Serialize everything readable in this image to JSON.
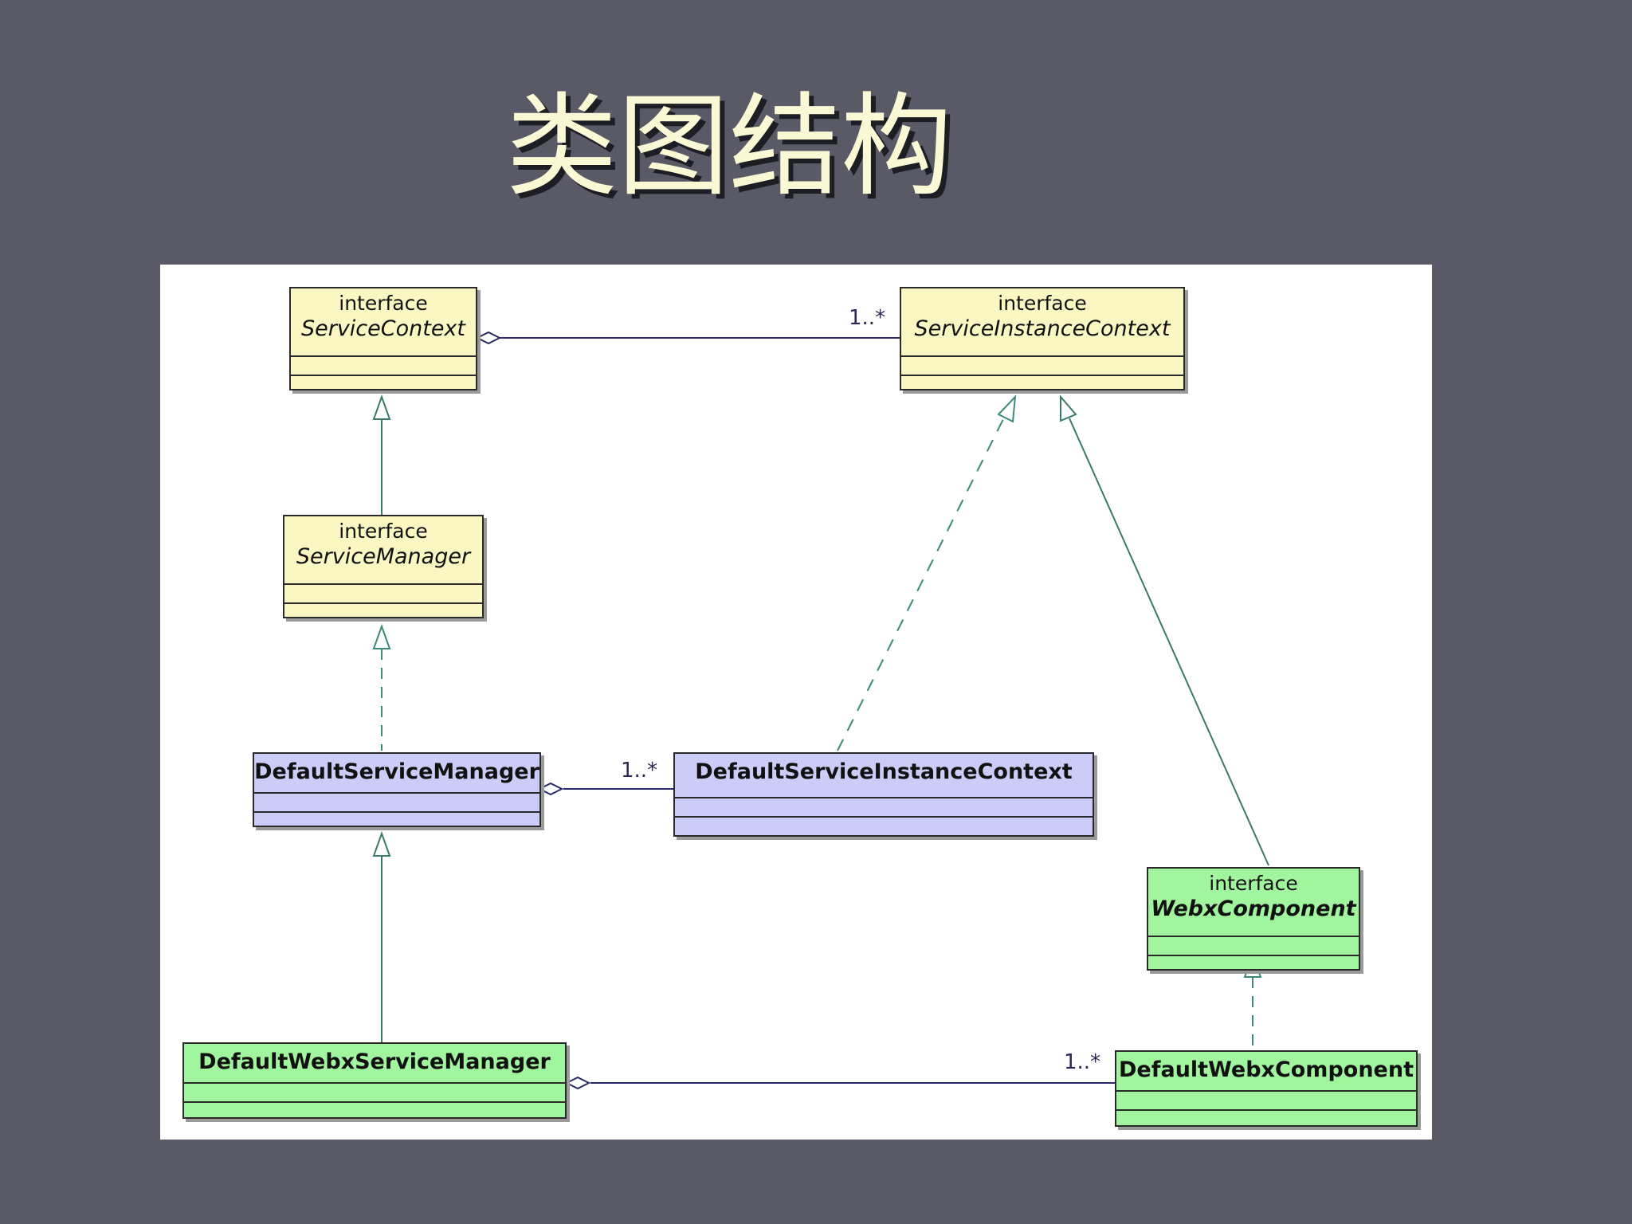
{
  "title": "类图结构",
  "classes": {
    "service_context": {
      "stereotype": "interface",
      "name": "ServiceContext"
    },
    "service_instance_context": {
      "stereotype": "interface",
      "name": "ServiceInstanceContext"
    },
    "service_manager": {
      "stereotype": "interface",
      "name": "ServiceManager"
    },
    "default_service_manager": {
      "name": "DefaultServiceManager"
    },
    "default_service_instance_context": {
      "name": "DefaultServiceInstanceContext"
    },
    "webx_component": {
      "stereotype": "interface",
      "name": "WebxComponent"
    },
    "default_webx_service_manager": {
      "name": "DefaultWebxServiceManager"
    },
    "default_webx_component": {
      "name": "DefaultWebxComponent"
    }
  },
  "multiplicities": {
    "context_to_instance": "1..*",
    "manager_to_instance": "1..*",
    "webx_manager_to_component": "1..*"
  },
  "colors": {
    "background": "#5a5a67",
    "title": "#fbf8d6",
    "interface_fill": "#fbf7c3",
    "class_fill": "#ccccf9",
    "webx_fill": "#a1f59f",
    "association_line": "#2a2a6a",
    "realization_line": "#3a8a7a"
  }
}
